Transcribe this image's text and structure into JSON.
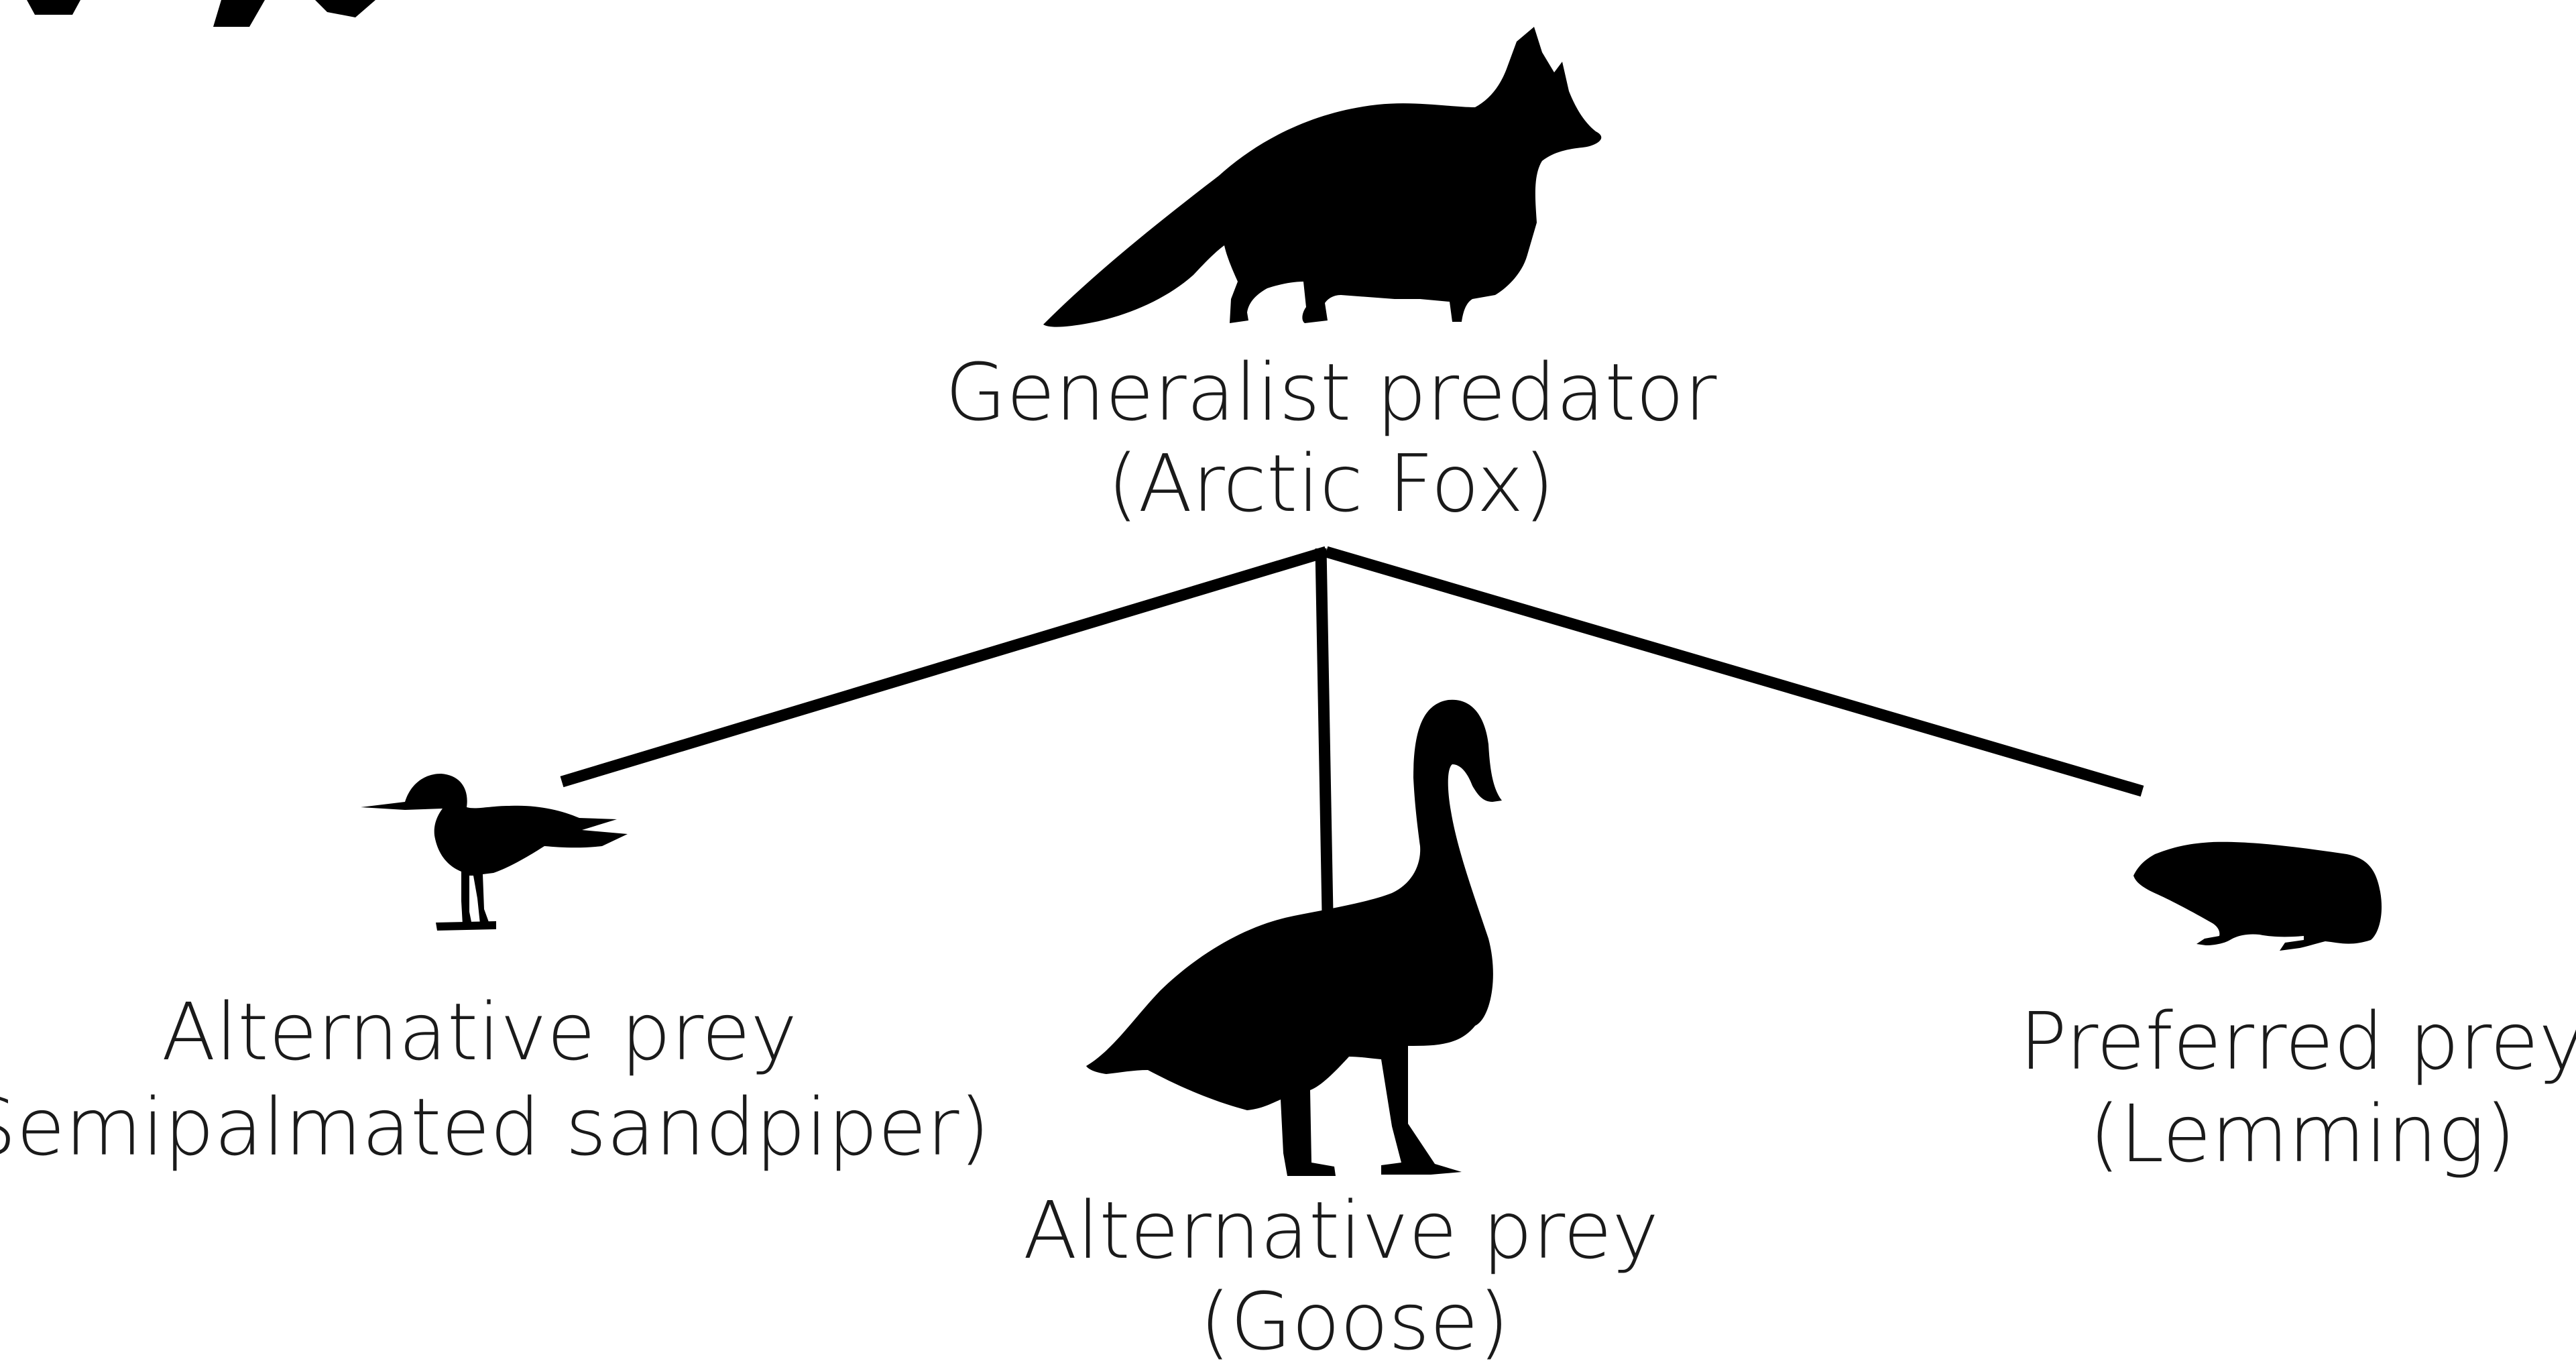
{
  "diagram": {
    "predator": {
      "role": "Generalist predator",
      "species": "(Arctic Fox)",
      "icon": "arctic-fox-silhouette"
    },
    "prey": [
      {
        "role": "Alternative prey",
        "species": "(Semipalmated sandpiper)",
        "icon": "sandpiper-silhouette"
      },
      {
        "role": "Alternative prey",
        "species": "(Goose)",
        "icon": "goose-silhouette"
      },
      {
        "role": "Preferred prey",
        "species": "(Lemming)",
        "icon": "lemming-silhouette"
      }
    ],
    "colors": {
      "ink": "#000000",
      "text": "#1a1a1a",
      "background": "#ffffff"
    }
  }
}
